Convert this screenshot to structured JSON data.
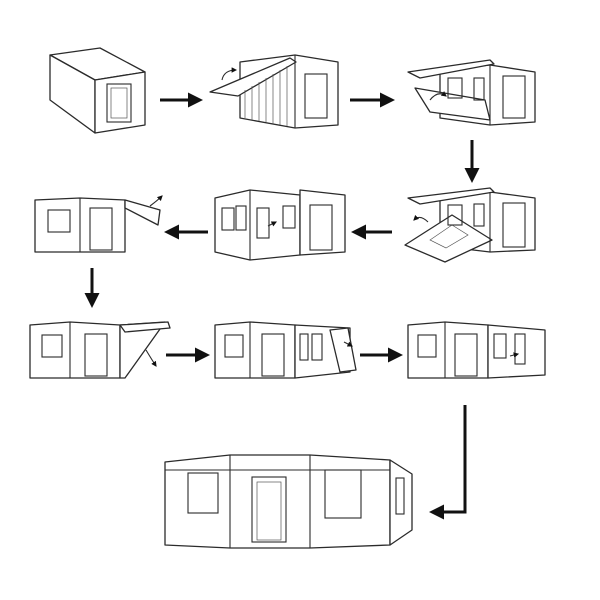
{
  "diagram": {
    "steps": [
      {
        "id": 1,
        "state": "closed-container"
      },
      {
        "id": 2,
        "state": "roof-flap-opening"
      },
      {
        "id": 3,
        "state": "side-wall-folding-down"
      },
      {
        "id": 4,
        "state": "floor-panel-lowering"
      },
      {
        "id": 5,
        "state": "partially-expanded"
      },
      {
        "id": 6,
        "state": "end-wall-opening"
      },
      {
        "id": 7,
        "state": "left-wing-folding"
      },
      {
        "id": 8,
        "state": "right-wing-folding"
      },
      {
        "id": 9,
        "state": "right-wing-unfolding"
      },
      {
        "id": 10,
        "state": "fully-expanded"
      }
    ],
    "flow": [
      {
        "from": 1,
        "to": 2,
        "direction": "right"
      },
      {
        "from": 2,
        "to": 3,
        "direction": "right"
      },
      {
        "from": 3,
        "to": 4,
        "direction": "down"
      },
      {
        "from": 4,
        "to": 5,
        "direction": "left"
      },
      {
        "from": 5,
        "to": 6,
        "direction": "left"
      },
      {
        "from": 6,
        "to": 7,
        "direction": "down"
      },
      {
        "from": 7,
        "to": 8,
        "direction": "right"
      },
      {
        "from": 8,
        "to": 9,
        "direction": "right"
      },
      {
        "from": 9,
        "to": 10,
        "direction": "down-left"
      }
    ],
    "colors": {
      "line": "#2b2b2b",
      "arrow": "#111111",
      "background": "#ffffff"
    }
  }
}
